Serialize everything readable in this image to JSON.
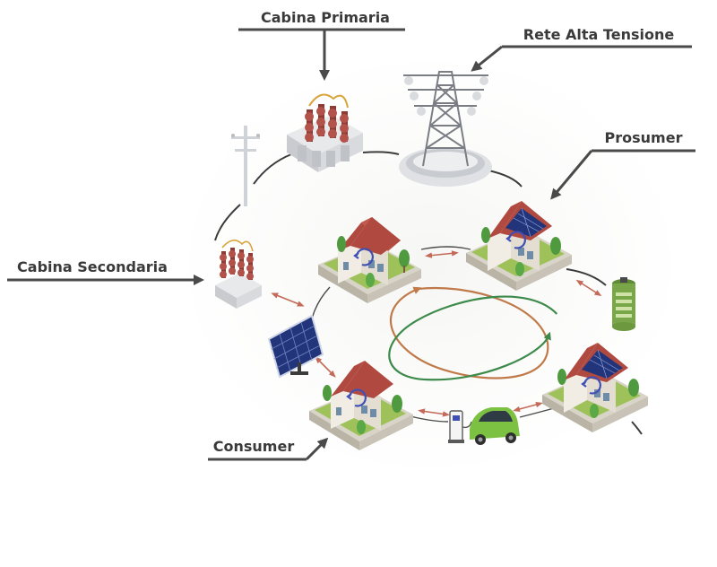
{
  "labels": {
    "primary_substation": "Cabina Primaria",
    "high_voltage_grid": "Rete Alta Tensione",
    "prosumer": "Prosumer",
    "secondary_substation": "Cabina Secondaria",
    "consumer": "Consumer"
  },
  "colors": {
    "label_text": "#3a3a3a",
    "pointer_arrow": "#4a4a4a",
    "roof": "#b04a40",
    "wall": "#f1ece4",
    "grass": "#9ec15a",
    "tree": "#4f9a3e",
    "solar_panel": "#23357a",
    "flow_arrow": "#c46a58",
    "orbit_orange": "#c07a4a",
    "orbit_green": "#3d8a4a",
    "cycle_icon": "#3f4fb4",
    "car": "#7cc142",
    "battery": "#7aa64a",
    "cable": "#3c3c3c"
  },
  "icons": [
    "primary-transformer-icon",
    "transmission-tower-icon",
    "utility-pole-icon",
    "secondary-transformer-icon",
    "house-icon",
    "solar-house-icon",
    "solar-panel-icon",
    "battery-icon",
    "ev-charger-icon",
    "electric-car-icon",
    "energy-cycle-icon"
  ]
}
